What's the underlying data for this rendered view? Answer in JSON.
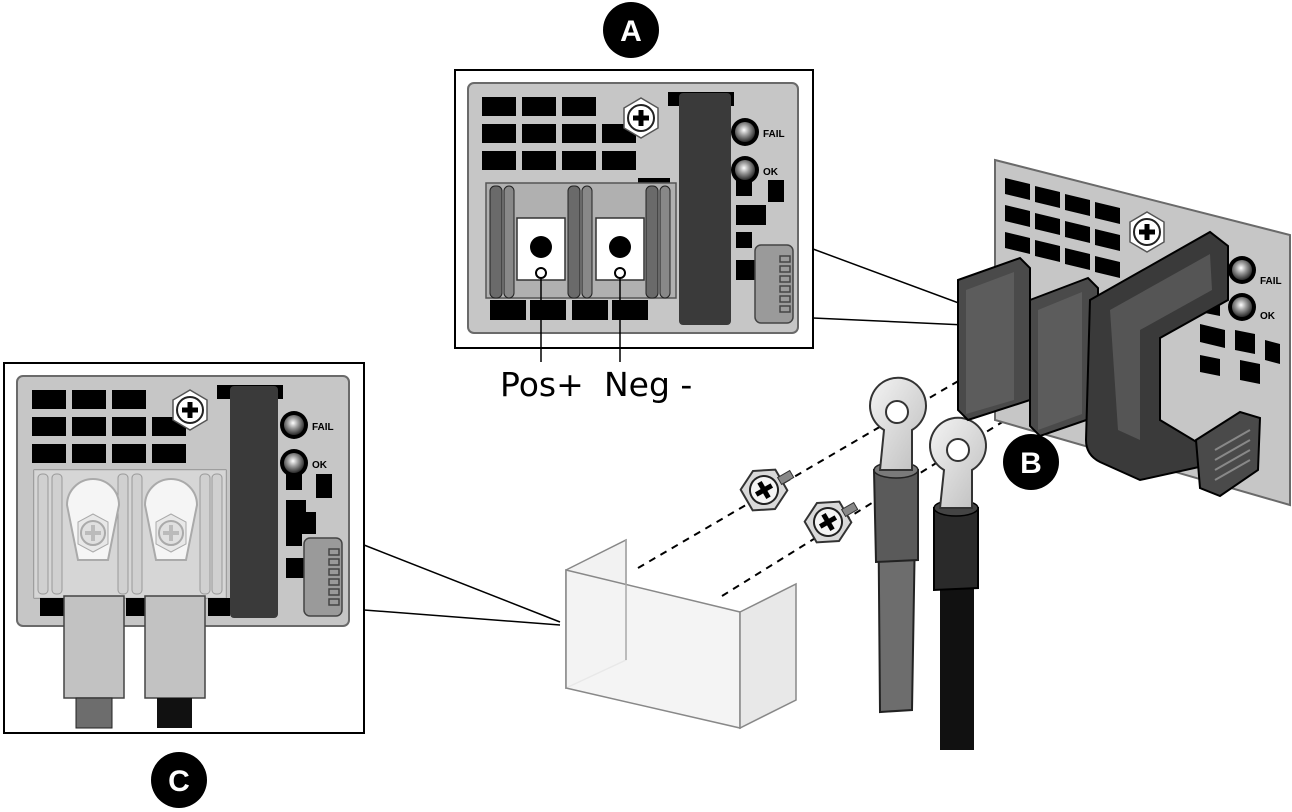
{
  "callouts": {
    "a": "A",
    "b": "B",
    "c": "C"
  },
  "labels": {
    "pos": "Pos+",
    "neg": "Neg -"
  },
  "leds": {
    "fail": "FAIL",
    "ok": "OK"
  },
  "colors": {
    "panel": "#c6c6c6",
    "panel_border": "#6a6a6a",
    "block": "#000000",
    "dark_bar": "#3a3a3a",
    "cable_gray": "#6d6d6d",
    "cable_black": "#111111",
    "cover": "#e6e6e6"
  },
  "icons": [
    "plus-screw-icon",
    "led-icon",
    "ring-lug-icon",
    "screw-icon"
  ]
}
